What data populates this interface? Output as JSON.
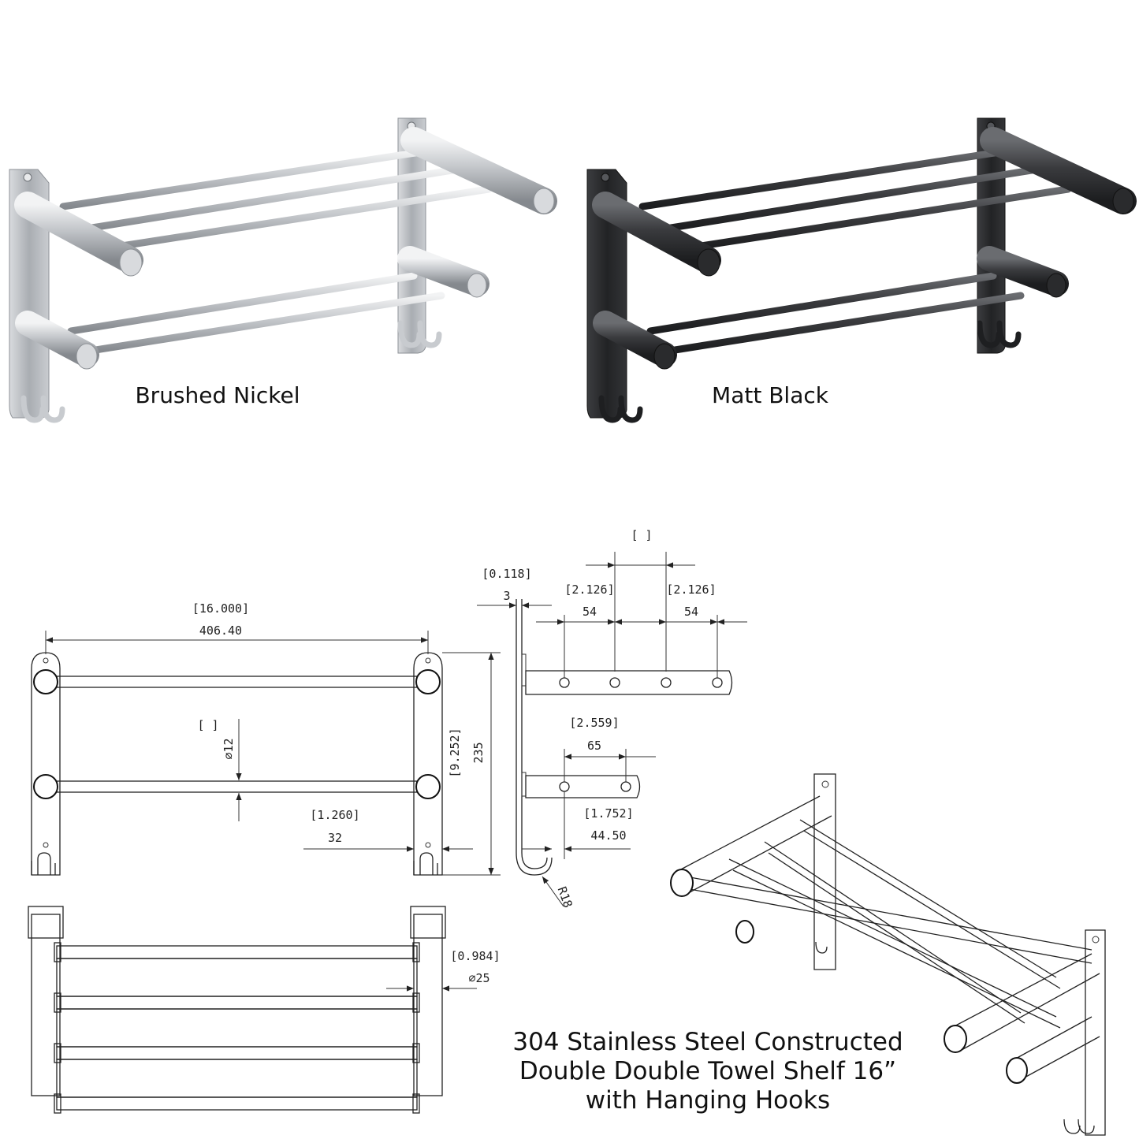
{
  "colors": {
    "nickel": "#b9bcc0",
    "nickel_dark": "#8e9297",
    "nickel_light": "#e9eaec",
    "black": "#2e2f31",
    "black_light": "#5a5c60",
    "line": "#222222"
  },
  "products": {
    "nickel_label": "Brushed Nickel",
    "black_label": "Matt Black"
  },
  "front_view": {
    "width_in": "[16.000]",
    "width_mm": "406.40",
    "bar_dia": "⌀12",
    "bar_dia_bracket": "[   ]",
    "bracket_in": "[1.260]",
    "bracket_mm": "32",
    "height_in": "[9.252]",
    "height_mm": "235"
  },
  "side_view": {
    "plate_in": "[0.118]",
    "plate_mm": "3",
    "top_bracket": "[   ]",
    "gap1_in": "[2.126]",
    "gap1_mm": "54",
    "gap2_in": "[2.126]",
    "gap2_mm": "54",
    "lower_in": "[2.559]",
    "lower_mm": "65",
    "offset_in": "[1.752]",
    "offset_mm": "44.50",
    "hook_radius": "R18"
  },
  "top_view": {
    "tube_in": "[0.984]",
    "tube_mm": "⌀25"
  },
  "caption": {
    "line1": "304 Stainless Steel Constructed",
    "line2": "Double Double Towel Shelf 16”",
    "line3": "with Hanging Hooks"
  }
}
